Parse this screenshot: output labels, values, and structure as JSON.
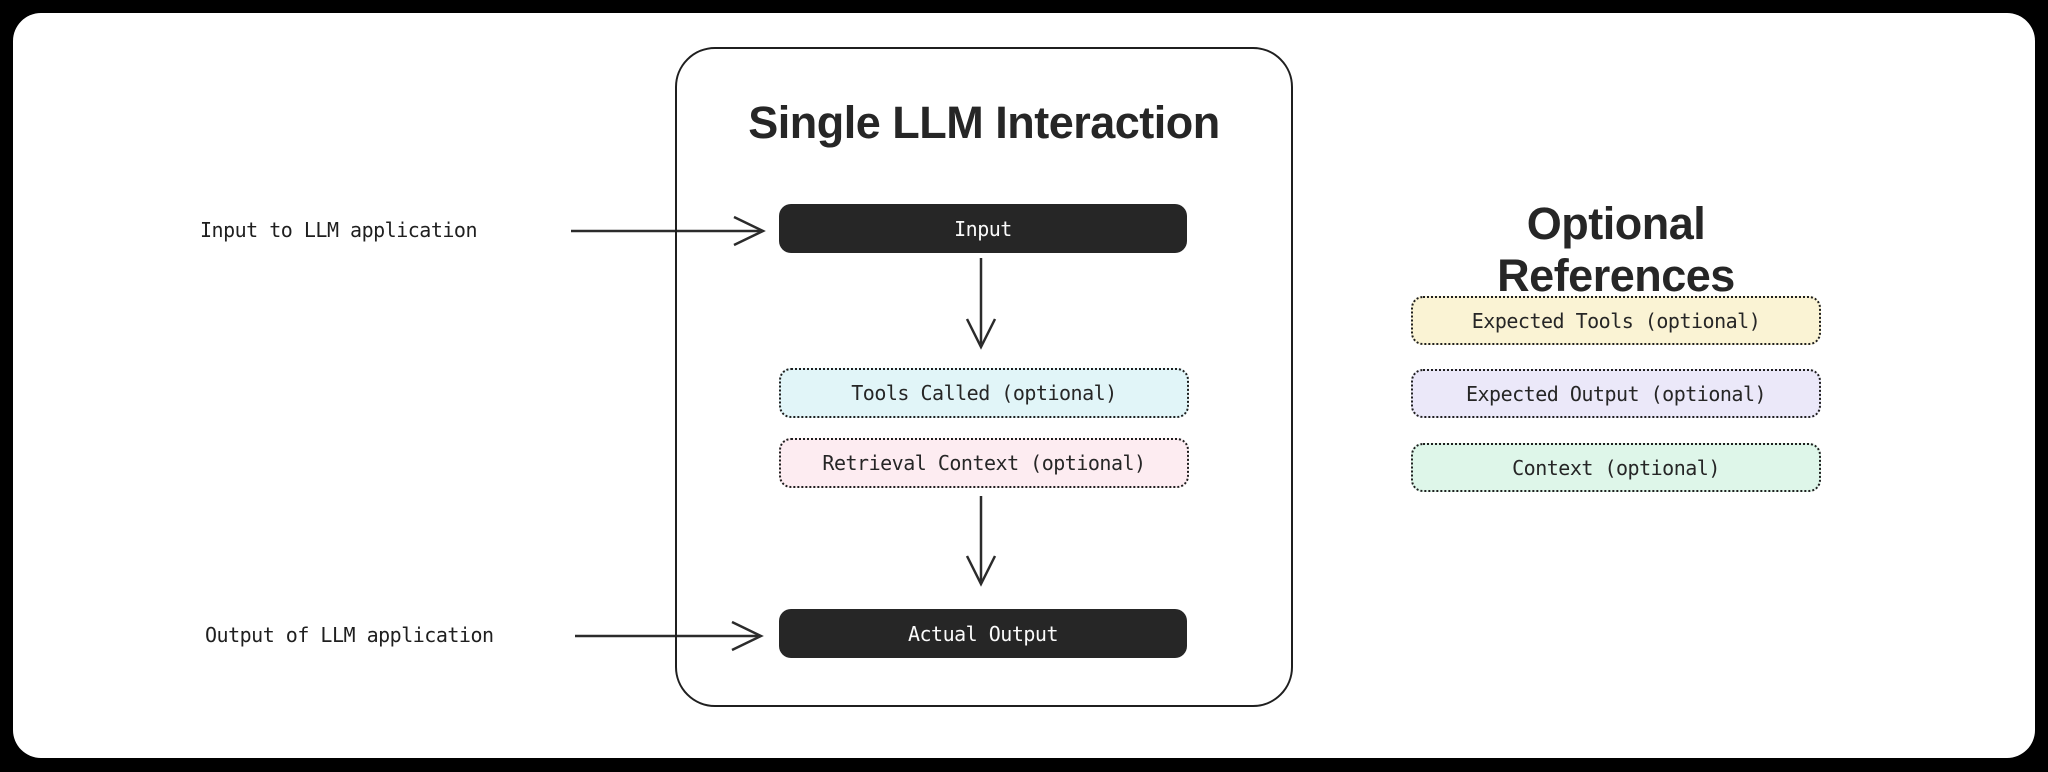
{
  "main_flow": {
    "title": "Single LLM Interaction",
    "input_node": "Input",
    "tools_called_node": "Tools Called (optional)",
    "retrieval_context_node": "Retrieval Context (optional)",
    "actual_output_node": "Actual Output"
  },
  "annotations": {
    "input_label": "Input to LLM application",
    "output_label": "Output of LLM application"
  },
  "references": {
    "title": "Optional References",
    "items": [
      {
        "label": "Expected Tools (optional)",
        "bg": "#faf3d4"
      },
      {
        "label": "Expected Output (optional)",
        "bg": "#ebe8f9"
      },
      {
        "label": "Context (optional)",
        "bg": "#def6e9"
      }
    ]
  },
  "colors": {
    "canvas_bg": "#000000",
    "card_bg": "#ffffff",
    "node_dark_bg": "#262626",
    "node_dark_text": "#fafafa",
    "tools_called_bg": "#e1f5f8",
    "retrieval_context_bg": "#fdecf1",
    "outline": "#2b2b2b"
  }
}
